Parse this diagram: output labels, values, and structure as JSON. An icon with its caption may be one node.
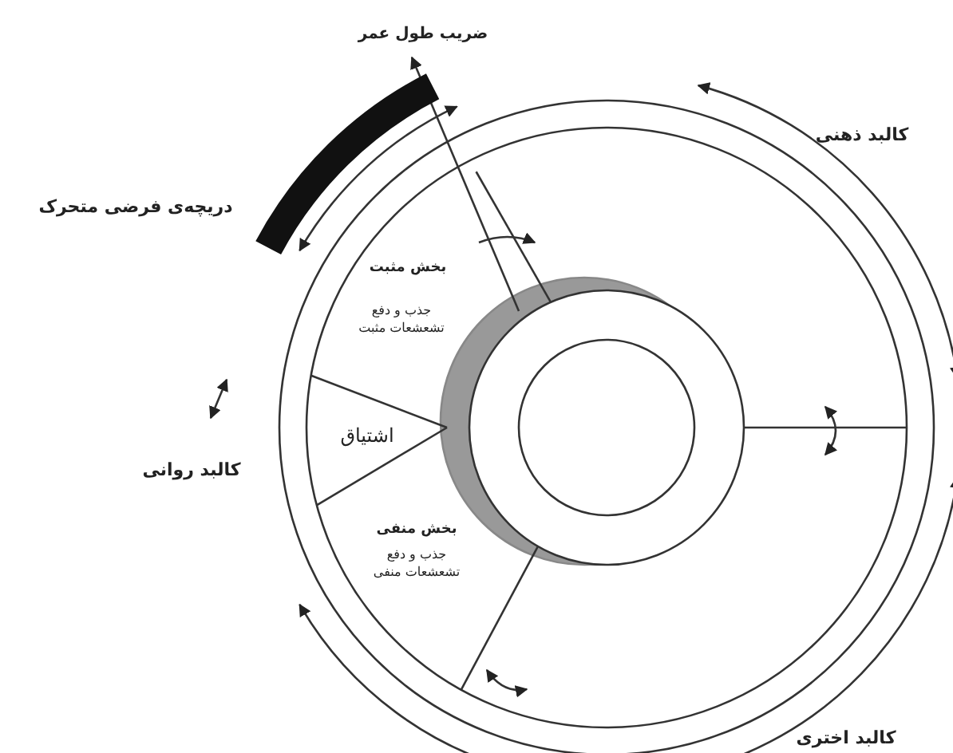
{
  "diagram": {
    "labels": [
      "ضریب طول عمر",
      "کالبد ذهنی",
      "دریچه‌ی فرضی متحرک",
      "بخش مثبت",
      "جذب و دفع تشعشعات مثبت",
      "اشتیاق",
      "کالبد روانی",
      "بخش منفی",
      "جذب و دفع تشعشعات منفی",
      "کالبد اختری"
    ]
  }
}
